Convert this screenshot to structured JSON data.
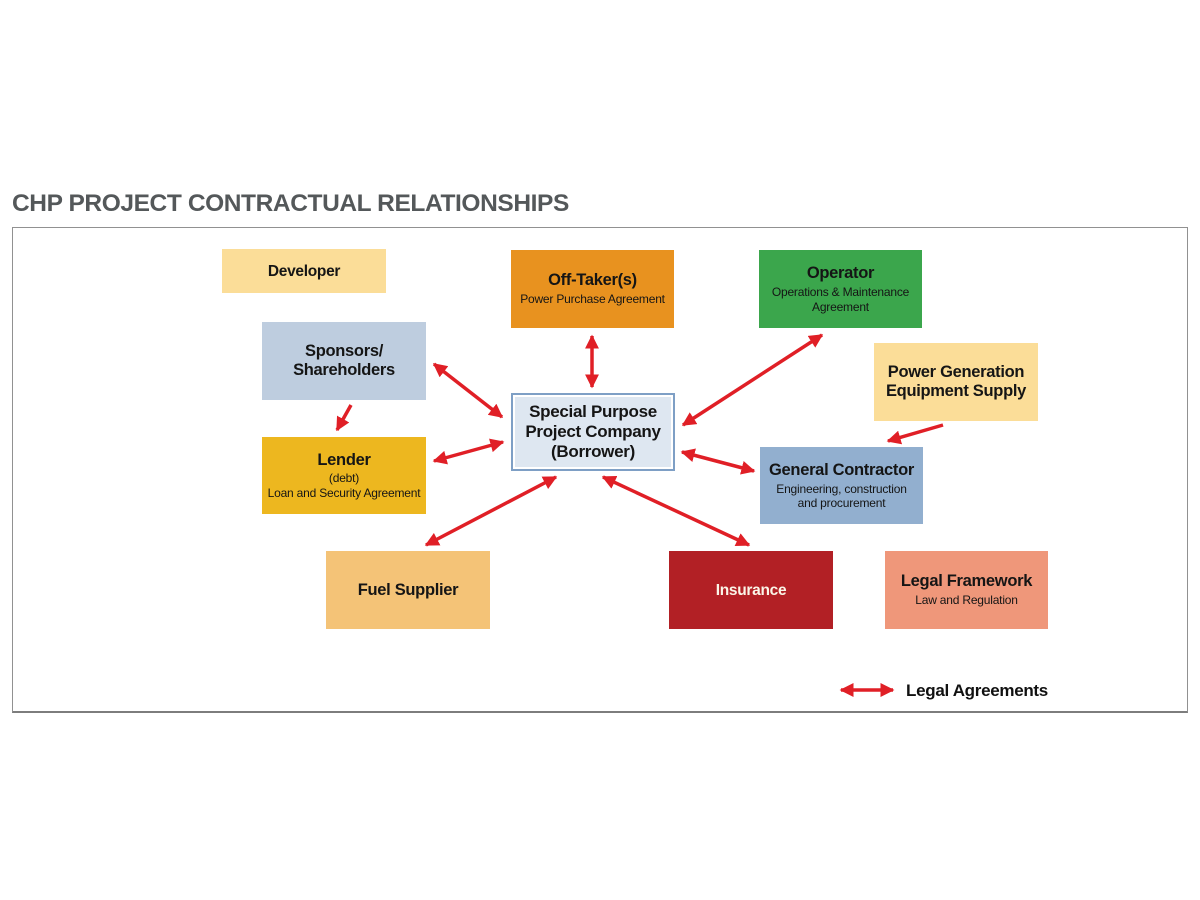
{
  "title": "CHP PROJECT CONTRACTUAL RELATIONSHIPS",
  "colors": {
    "title_text": "#54585A",
    "arrow_red": "#E01F26",
    "frame_border": "#919191",
    "cream": "#FBDD98",
    "orange": "#E8921F",
    "green": "#3BA64C",
    "light_blue": "#BECDDF",
    "mid_blue": "#92AFCF",
    "gold": "#EDB71F",
    "tan": "#F4C377",
    "dark_red": "#B22025",
    "salmon": "#EF977A",
    "sppc_fill": "#DEE7F1",
    "sppc_border": "#7E9FC5",
    "insurance_text": "#FBF5E8"
  },
  "nodes": [
    {
      "id": "developer",
      "title": "Developer",
      "subtitle": "",
      "color": "#FBDD98"
    },
    {
      "id": "offtaker",
      "title": "Off-Taker(s)",
      "subtitle": "Power Purchase Agreement",
      "color": "#E8921F"
    },
    {
      "id": "operator",
      "title": "Operator",
      "subtitle": "Operations & Maintenance\nAgreement",
      "color": "#3BA64C"
    },
    {
      "id": "sponsors",
      "title": "Sponsors/\nShareholders",
      "subtitle": "",
      "color": "#BECDDF"
    },
    {
      "id": "powergen",
      "title": "Power Generation\nEquipment Supply",
      "subtitle": "",
      "color": "#FBDD98"
    },
    {
      "id": "sppc",
      "title": "Special Purpose\nProject Company\n(Borrower)",
      "subtitle": "",
      "color": "#DEE7F1"
    },
    {
      "id": "lender",
      "title": "Lender",
      "subtitle": "(debt)\nLoan and Security Agreement",
      "color": "#EDB71F"
    },
    {
      "id": "general-contractor",
      "title": "General Contractor",
      "subtitle": "Engineering, construction\nand procurement",
      "color": "#92AFCF"
    },
    {
      "id": "fuel-supplier",
      "title": "Fuel Supplier",
      "subtitle": "",
      "color": "#F4C377"
    },
    {
      "id": "insurance",
      "title": "Insurance",
      "subtitle": "",
      "color": "#B22025"
    },
    {
      "id": "legal-framework",
      "title": "Legal Framework",
      "subtitle": "Law and Regulation",
      "color": "#EF977A"
    }
  ],
  "edges": [
    {
      "from": "offtaker",
      "to": "sppc",
      "style": "double"
    },
    {
      "from": "operator",
      "to": "sppc",
      "style": "double"
    },
    {
      "from": "sponsors",
      "to": "sppc",
      "style": "double"
    },
    {
      "from": "sponsors",
      "to": "lender",
      "style": "single"
    },
    {
      "from": "lender",
      "to": "sppc",
      "style": "double"
    },
    {
      "from": "powergen",
      "to": "general-contractor",
      "style": "single"
    },
    {
      "from": "general-contractor",
      "to": "sppc",
      "style": "double"
    },
    {
      "from": "fuel-supplier",
      "to": "sppc",
      "style": "double"
    },
    {
      "from": "insurance",
      "to": "sppc",
      "style": "double"
    }
  ],
  "legend": {
    "label": "Legal Agreements"
  }
}
